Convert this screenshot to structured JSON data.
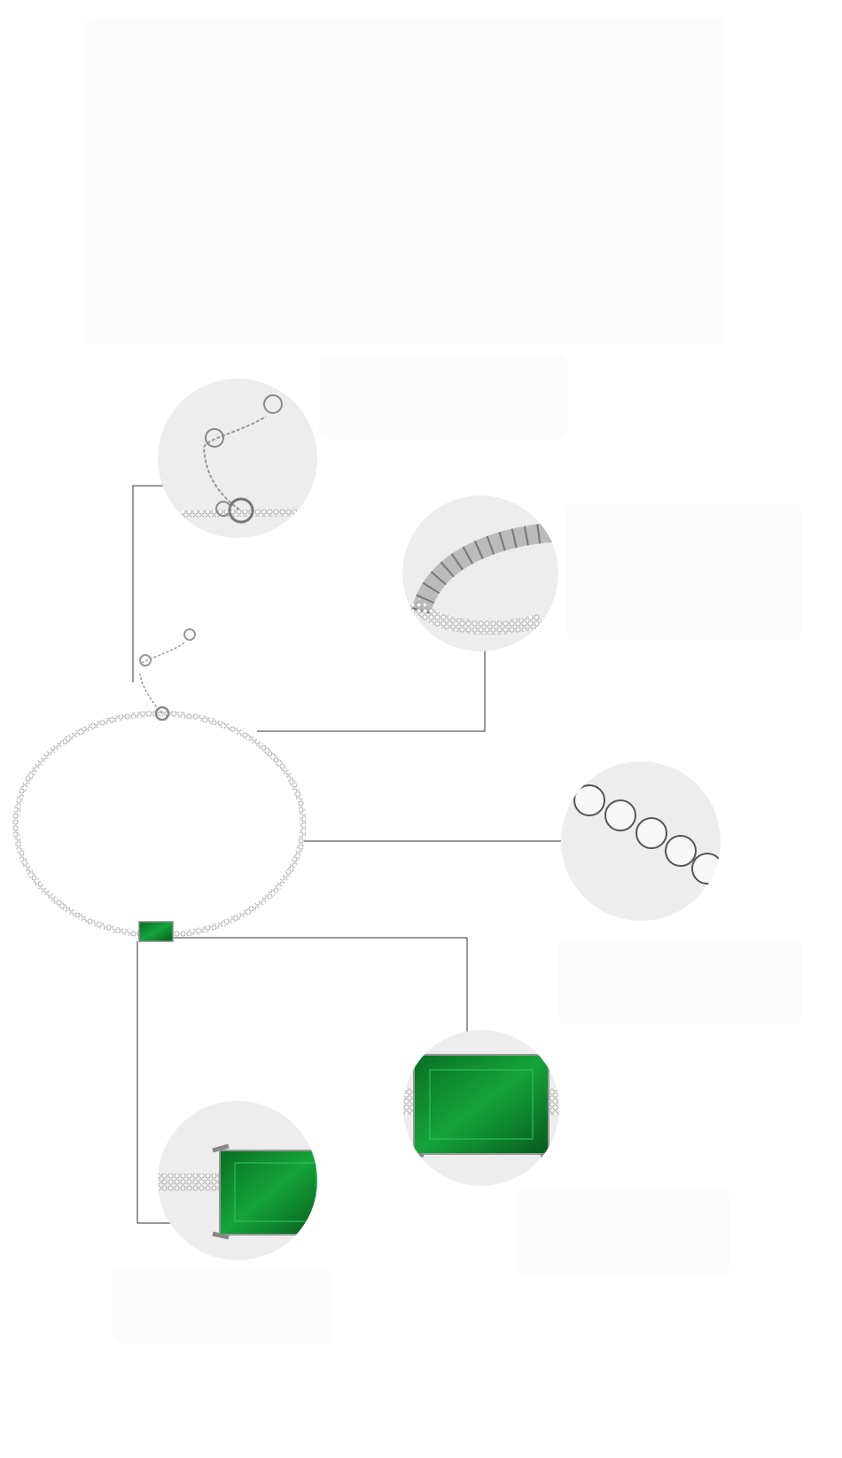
{
  "colors": {
    "background": "#ffffff",
    "panel": "#fcfcfc",
    "circle": "#ededed",
    "leader_line": "#333333",
    "metal": "#9a9a9a",
    "emerald": "#0f8a2e",
    "emerald_dark": "#065a1b",
    "emerald_light": "#3cc95e"
  },
  "details": [
    {
      "name": "clasp-chain-detail"
    },
    {
      "name": "pave-band-detail"
    },
    {
      "name": "stone-row-detail"
    },
    {
      "name": "emerald-front-detail"
    },
    {
      "name": "emerald-side-detail"
    }
  ]
}
